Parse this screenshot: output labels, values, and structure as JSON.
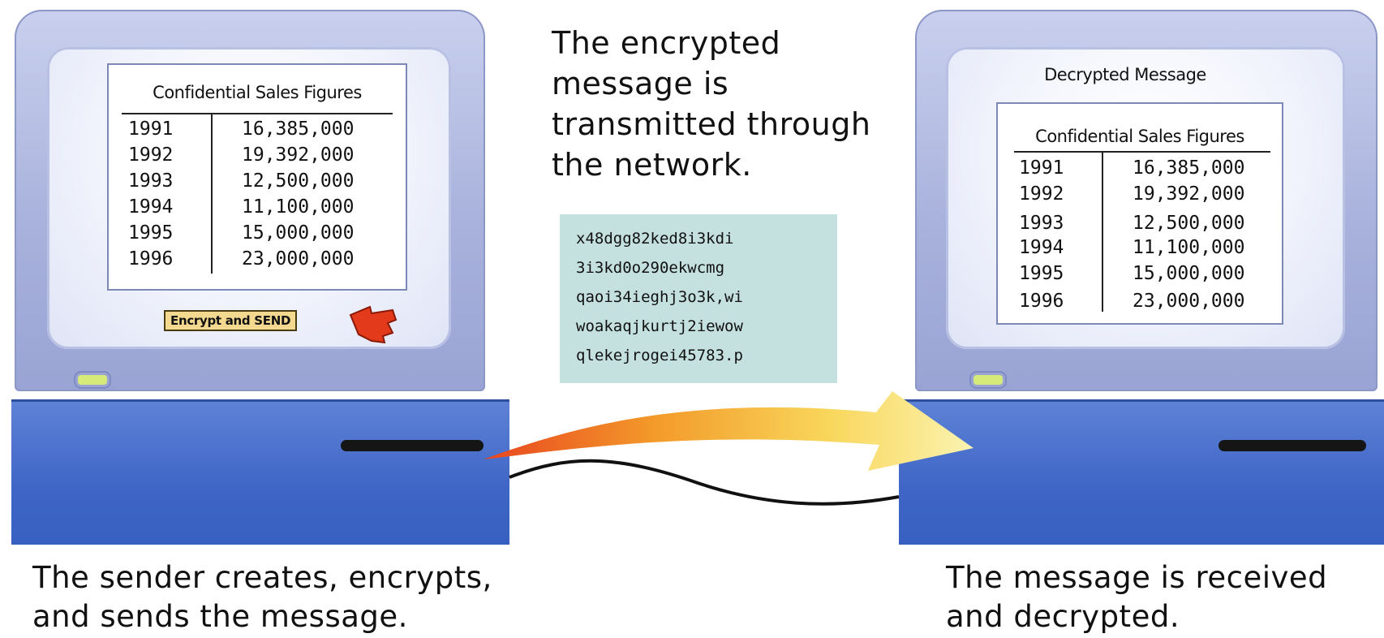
{
  "sender": {
    "table": {
      "title": "Confidential Sales Figures",
      "rows": [
        {
          "year": "1991",
          "value": "16,385,000"
        },
        {
          "year": "1992",
          "value": "19,392,000"
        },
        {
          "year": "1993",
          "value": "12,500,000"
        },
        {
          "year": "1994",
          "value": "11,100,000"
        },
        {
          "year": "1995",
          "value": "15,000,000"
        },
        {
          "year": "1996",
          "value": "23,000,000"
        }
      ]
    },
    "button_label": "Encrypt and SEND",
    "caption": [
      "The sender creates, encrypts,",
      "and sends the message."
    ]
  },
  "network": {
    "caption": [
      "The encrypted",
      "message is",
      "transmitted through",
      "the network."
    ],
    "cipher_lines": [
      "x48dgg82ked8i3kdi",
      "3i3kd0o290ekwcmg",
      "qaoi34ieghj3o3k,wi",
      "woakaqjkurtj2iewow",
      "qlekejrogei45783.p"
    ]
  },
  "receiver": {
    "heading": "Decrypted Message",
    "table": {
      "title": "Confidential Sales Figures",
      "rows": [
        {
          "year": "1991",
          "value": "16,385,000"
        },
        {
          "year": "1992",
          "value": "19,392,000"
        },
        {
          "year": "1993",
          "value": "12,500,000"
        },
        {
          "year": "1994",
          "value": "11,100,000"
        },
        {
          "year": "1995",
          "value": "15,000,000"
        },
        {
          "year": "1996",
          "value": "23,000,000"
        }
      ]
    },
    "caption": [
      "The message is received",
      "and decrypted."
    ]
  },
  "colors": {
    "monitor": "#a9b2dc",
    "base": "#3f66c6",
    "cipher_box": "#c4e0df",
    "button": "#f3d98f",
    "cursor": "#e23a1a",
    "arrow_start": "#e8451f",
    "arrow_end": "#fbf3b0"
  }
}
